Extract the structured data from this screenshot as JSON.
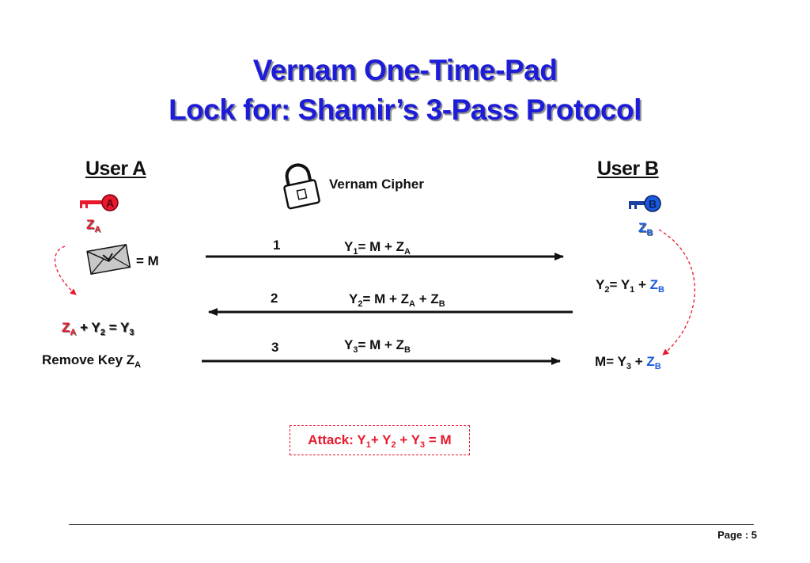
{
  "title": {
    "line1": "Vernam One-Time-Pad",
    "line2": "Lock for:   Shamir’s 3-Pass Protocol"
  },
  "user_a": {
    "heading": "User A",
    "key_letter": "A",
    "key_label_main": "Z",
    "key_label_sub": "A",
    "message_equals": "= M",
    "combine": {
      "z": "Z",
      "z_sub": "A",
      "plus": " + Y",
      "y2_sub": "2",
      "eq": " = Y",
      "y3_sub": "3"
    },
    "remove_key": {
      "text": "Remove Key Z",
      "sub": "A"
    }
  },
  "user_b": {
    "heading": "User B",
    "key_letter": "B",
    "key_label_main": "Z",
    "key_label_sub": "B",
    "step2": {
      "y": "Y",
      "y_sub": "2",
      "eq": "= Y",
      "y1_sub": "1",
      "plus": " + ",
      "z": "Z",
      "z_sub": "B"
    },
    "final": {
      "m": "M= Y",
      "y3_sub": "3",
      "plus": " + ",
      "z": "Z",
      "z_sub": "B"
    }
  },
  "lock": {
    "label": "Vernam Cipher"
  },
  "passes": [
    {
      "number": "1",
      "eq_y": "Y",
      "eq_y_sub": "1",
      "eq_rest": "= M + Z",
      "eq_z1_sub": "A",
      "eq_more": "",
      "eq_z2_sub": ""
    },
    {
      "number": "2",
      "eq_y": "Y",
      "eq_y_sub": "2",
      "eq_rest": "= M + Z",
      "eq_z1_sub": "A",
      "eq_more": " + Z",
      "eq_z2_sub": "B"
    },
    {
      "number": "3",
      "eq_y": "Y",
      "eq_y_sub": "3",
      "eq_rest": "= M + Z",
      "eq_z1_sub": "B",
      "eq_more": "",
      "eq_z2_sub": ""
    }
  ],
  "attack": {
    "prefix": "Attack:   Y",
    "s1": "1",
    "p1": "+ Y",
    "s2": "2",
    "p2": " + Y",
    "s3": "3",
    "p3": " = M"
  },
  "footer": {
    "page": "Page :  5"
  },
  "colors": {
    "title": "#1c1cd9",
    "key_a": "#e8192c",
    "key_b": "#1a5be0",
    "attack": "#e8192c"
  }
}
